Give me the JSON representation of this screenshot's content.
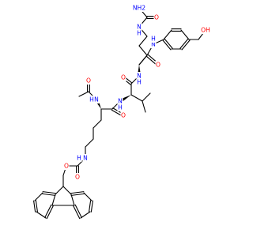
{
  "colors": {
    "background": "#ffffff",
    "bond": "#000000",
    "N": "#0000ff",
    "O": "#ff0000"
  },
  "labels": [
    {
      "id": "nh2-urea",
      "text": "NH2",
      "element": "N"
    },
    {
      "id": "o-urea",
      "text": "O",
      "element": "O"
    },
    {
      "id": "n-urea",
      "text": "N",
      "element": "N"
    },
    {
      "id": "h-urea",
      "text": "H",
      "element": "N"
    },
    {
      "id": "o-ch2oh",
      "text": "OH",
      "element": "O"
    },
    {
      "id": "n-anilide",
      "text": "N",
      "element": "N"
    },
    {
      "id": "h-anilide",
      "text": "H",
      "element": "N"
    },
    {
      "id": "o-cit-co",
      "text": "O",
      "element": "O"
    },
    {
      "id": "n-cit",
      "text": "N",
      "element": "N"
    },
    {
      "id": "h-cit",
      "text": "H",
      "element": "N"
    },
    {
      "id": "o-val-co",
      "text": "O",
      "element": "O"
    },
    {
      "id": "n-val",
      "text": "N",
      "element": "N"
    },
    {
      "id": "h-val",
      "text": "H",
      "element": "N"
    },
    {
      "id": "n-acetyl",
      "text": "N",
      "element": "N"
    },
    {
      "id": "h-acetyl",
      "text": "H",
      "element": "N"
    },
    {
      "id": "o-acetyl",
      "text": "O",
      "element": "O"
    },
    {
      "id": "o-lys-co",
      "text": "O",
      "element": "O"
    },
    {
      "id": "n-carbamate",
      "text": "N",
      "element": "N"
    },
    {
      "id": "h-carbamate",
      "text": "H",
      "element": "N"
    },
    {
      "id": "o-carbamate-co",
      "text": "O",
      "element": "O"
    },
    {
      "id": "o-carbamate",
      "text": "O",
      "element": "O"
    }
  ]
}
